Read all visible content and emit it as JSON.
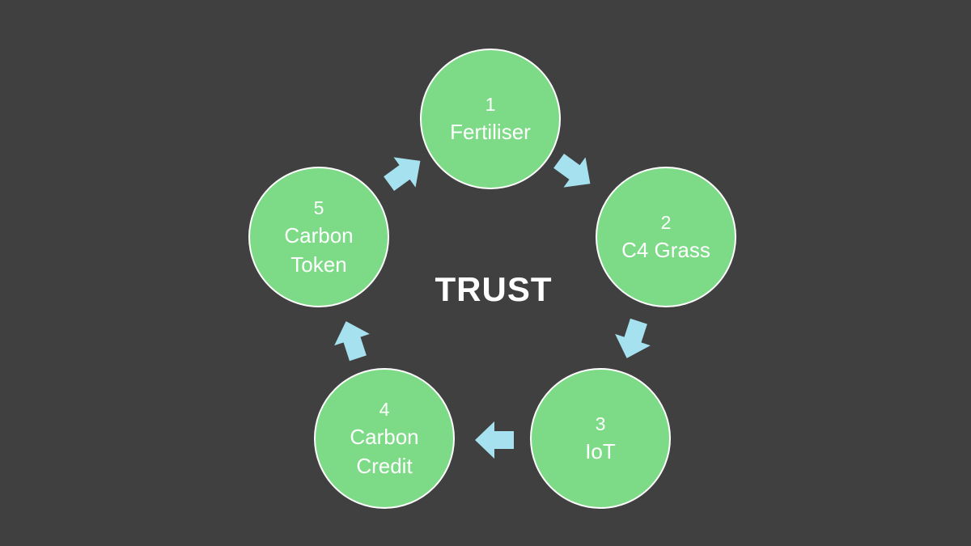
{
  "diagram": {
    "center_label": "TRUST",
    "nodes": [
      {
        "number": "1",
        "label_lines": [
          "Fertiliser"
        ]
      },
      {
        "number": "2",
        "label_lines": [
          "C4 Grass"
        ]
      },
      {
        "number": "3",
        "label_lines": [
          "IoT"
        ]
      },
      {
        "number": "4",
        "label_lines": [
          "Carbon",
          "Credit"
        ]
      },
      {
        "number": "5",
        "label_lines": [
          "Carbon",
          "Token"
        ]
      }
    ],
    "colors": {
      "background": "#404040",
      "node_fill": "#7ddb87",
      "node_border": "#ffffff",
      "arrow": "#a6e1ef",
      "text": "#ffffff"
    }
  }
}
